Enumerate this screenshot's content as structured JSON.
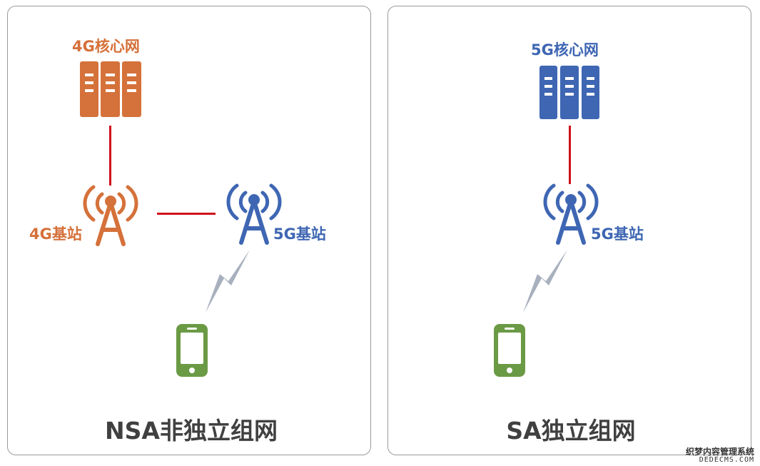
{
  "nsa": {
    "core_label": "4G核心网",
    "base_4g_label": "4G基站",
    "base_5g_label": "5G基站",
    "caption": "NSA非独立组网"
  },
  "sa": {
    "core_label": "5G核心网",
    "base_5g_label": "5G基站",
    "caption": "SA独立组网"
  },
  "colors": {
    "lte": "#d5713a",
    "nr": "#3e66b3",
    "link": "#d0121b",
    "wireless": "#a8b0be",
    "phone": "#6b9a45"
  },
  "watermark": {
    "cn": "织梦内容管理系统",
    "en": "DEDECMS.COM"
  }
}
